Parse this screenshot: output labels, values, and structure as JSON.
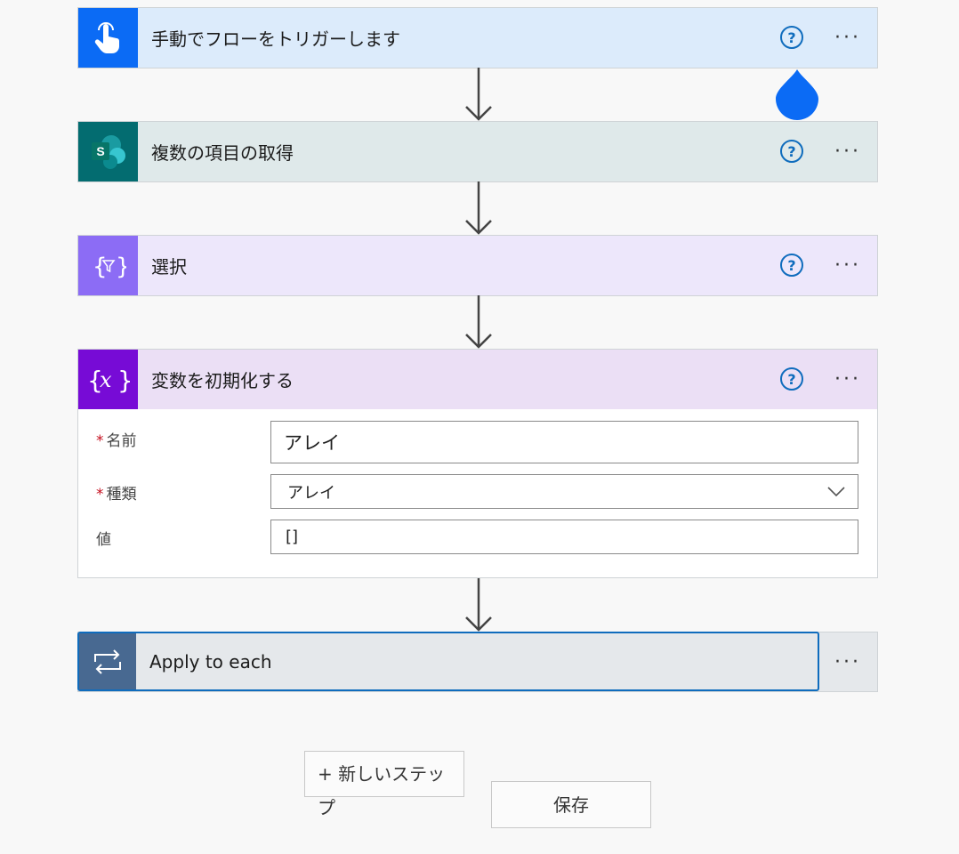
{
  "steps": {
    "trigger": {
      "title": "手動でフローをトリガーします",
      "color": "#dcebfb",
      "icon_bg": "#0b6bf5",
      "icon": "hand-pointer-icon"
    },
    "sharepoint": {
      "title": "複数の項目の取得",
      "color": "#dfe9ea",
      "icon_bg": "#036c70",
      "icon": "sharepoint-icon"
    },
    "select": {
      "title": "選択",
      "color": "#ede7fb",
      "icon_bg": "#8c6cf5",
      "icon": "data-operation-icon"
    },
    "init_var": {
      "title": "変数を初期化する",
      "color": "#ebdff5",
      "icon_bg": "#770bd6",
      "icon": "variable-icon",
      "fields": {
        "name_label": "名前",
        "name_value": "アレイ",
        "type_label": "種類",
        "type_value": "アレイ",
        "value_label": "値",
        "value_value": "[]"
      }
    },
    "apply_each": {
      "title": "Apply to each",
      "color": "#e5e8eb",
      "icon_bg": "#486991",
      "icon": "loop-icon"
    }
  },
  "help_label": "?",
  "more_label": "···",
  "required_mark": "*",
  "buttons": {
    "new_step": "+ 新しいステップ",
    "save": "保存"
  }
}
